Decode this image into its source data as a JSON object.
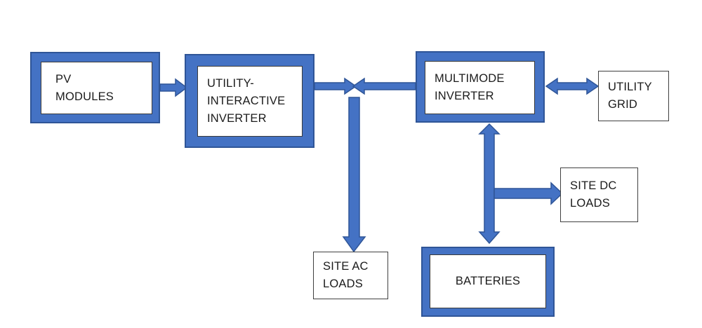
{
  "colors": {
    "background": "#ffffff",
    "shape_fill": "#4472c4",
    "shape_border": "#2f5597",
    "inner_box_border": "#3a3a3a",
    "plain_box_border": "#404040",
    "text": "#1b1b1b",
    "arrow_fill": "#4472c4",
    "arrow_border": "#2f5597"
  },
  "nodes": {
    "pv_modules": {
      "label": "PV MODULES",
      "lines": [
        "PV",
        "MODULES"
      ],
      "style": "blue-frame"
    },
    "utility_interactive_inverter": {
      "label": "UTILITY-INTERACTIVE INVERTER",
      "lines": [
        "UTILITY-",
        "INTERACTIVE",
        "INVERTER"
      ],
      "style": "blue-frame"
    },
    "multimode_inverter": {
      "label": "MULTIMODE INVERTER",
      "lines": [
        "MULTIMODE",
        "INVERTER"
      ],
      "style": "blue-frame"
    },
    "utility_grid": {
      "label": "UTILITY GRID",
      "lines": [
        "UTILITY",
        "GRID"
      ],
      "style": "plain"
    },
    "site_ac_loads": {
      "label": "SITE AC LOADS",
      "lines": [
        "SITE AC",
        "LOADS"
      ],
      "style": "plain"
    },
    "site_dc_loads": {
      "label": "SITE DC LOADS",
      "lines": [
        "SITE DC",
        "LOADS"
      ],
      "style": "plain"
    },
    "batteries": {
      "label": "BATTERIES",
      "lines": [
        "BATTERIES"
      ],
      "style": "blue-frame"
    }
  },
  "connections": [
    {
      "id": "pv-to-utility-interactive-inverter",
      "from": "pv_modules",
      "to": "utility_interactive_inverter",
      "direction": "right"
    },
    {
      "id": "utility-interactive-inverter-to-ac-junction",
      "from": "utility_interactive_inverter",
      "to": "ac_junction",
      "direction": "right"
    },
    {
      "id": "multimode-inverter-to-ac-junction",
      "from": "multimode_inverter",
      "to": "ac_junction",
      "direction": "left"
    },
    {
      "id": "ac-junction-to-site-ac-loads",
      "from": "ac_junction",
      "to": "site_ac_loads",
      "direction": "down"
    },
    {
      "id": "multimode-inverter-utility-grid",
      "from": "multimode_inverter",
      "to": "utility_grid",
      "direction": "both"
    },
    {
      "id": "multimode-inverter-batteries",
      "from": "multimode_inverter",
      "to": "batteries",
      "direction": "both"
    },
    {
      "id": "battery-line-to-site-dc-loads",
      "from": "multimode_inverter_batteries_line",
      "to": "site_dc_loads",
      "direction": "right"
    }
  ]
}
